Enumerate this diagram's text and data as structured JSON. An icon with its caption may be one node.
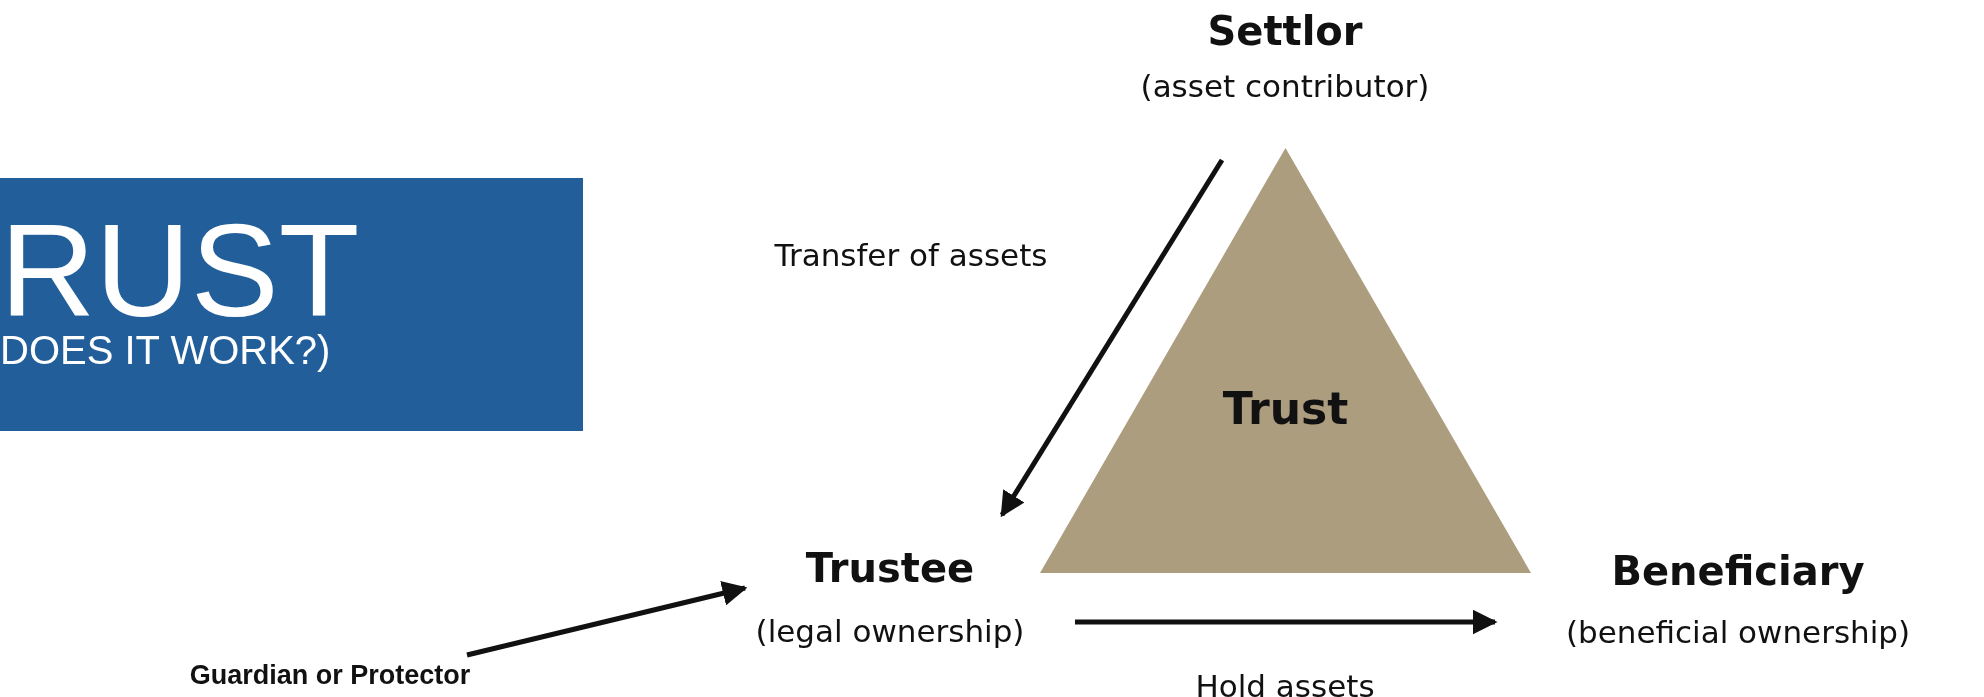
{
  "diagram": {
    "nodes": [
      {
        "text": [
          "RUST",
          "DOES IT WORK?)"
        ]
      },
      {
        "text": [
          "Settlor",
          "(asset contributor)"
        ]
      },
      {
        "text": [
          "Trust"
        ]
      },
      {
        "text": [
          "Trustee",
          "(legal ownership)"
        ]
      },
      {
        "text": [
          "Beneficiary",
          "(beneficial ownership)"
        ]
      },
      {
        "text": [
          "Guardian or Protector"
        ]
      }
    ],
    "edges": [
      {
        "from": 1,
        "to": 3,
        "arrow": "to",
        "label": "Transfer of assets"
      },
      {
        "from": 3,
        "to": 4,
        "arrow": "to",
        "label": "Hold assets"
      },
      {
        "from": 5,
        "to": 3,
        "arrow": "to"
      }
    ]
  }
}
